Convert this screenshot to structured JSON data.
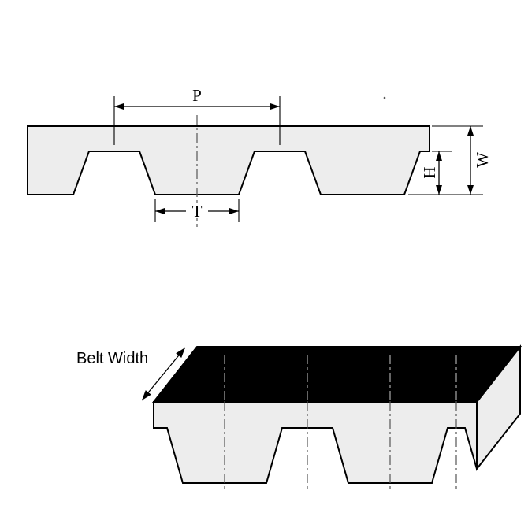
{
  "diagram": {
    "labels": {
      "pitch": "P",
      "tooth_width": "T",
      "tooth_height": "H",
      "belt_thickness": "W",
      "belt_width": "Belt Width"
    },
    "colors": {
      "belt_fill": "#ededed",
      "top_surface": "#000000",
      "outline": "#000000",
      "centerline": "#555555"
    }
  }
}
